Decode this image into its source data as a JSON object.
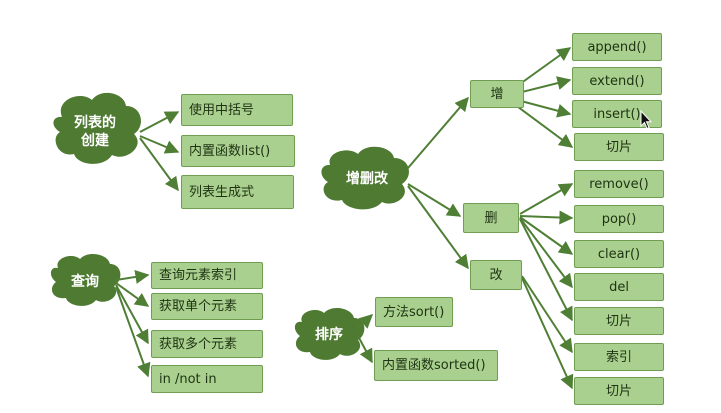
{
  "clouds": {
    "create": [
      "列表的",
      "创建"
    ],
    "crud": "增删改",
    "query": "查询",
    "sort": "排序"
  },
  "create_items": [
    "使用中括号",
    "内置函数list()",
    "列表生成式"
  ],
  "crud_branches": [
    "增",
    "删",
    "改"
  ],
  "add_items": [
    "append()",
    "extend()",
    "insert()",
    "切片"
  ],
  "delete_items": [
    "remove()",
    "pop()",
    "clear()",
    "del",
    "切片"
  ],
  "modify_items": [
    "索引",
    "切片"
  ],
  "query_items": [
    "查询元素索引",
    "获取单个元素",
    "获取多个元素",
    "in  /not in"
  ],
  "sort_items": [
    "方法sort()",
    "内置函数sorted()"
  ],
  "colors": {
    "box_fill": "#a9d08e",
    "cloud_fill": "#4e7a32",
    "line": "#4f7f35"
  }
}
